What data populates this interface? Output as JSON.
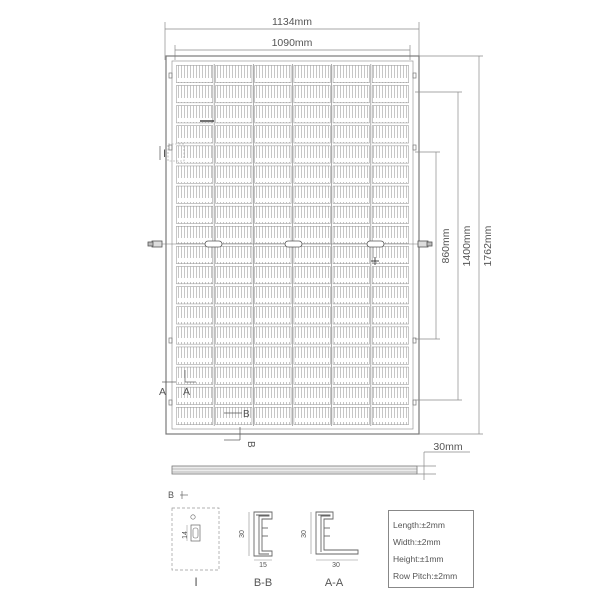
{
  "dimensions": {
    "overall_width": "1134mm",
    "glass_width": "1090mm",
    "mount_spacing_inner": "860mm",
    "mount_spacing_outer": "1400mm",
    "overall_length": "1762mm",
    "frame_thickness": "30mm"
  },
  "section_markers": {
    "detail_i": "I",
    "section_a_left": "A",
    "section_a_right": "A",
    "section_b_bottom": "B",
    "section_b_right": "B",
    "section_b_detail": "B"
  },
  "details": {
    "detail_i_value": "14",
    "bb_height": "30",
    "bb_width": "15",
    "aa_height": "30",
    "aa_width": "30",
    "detail_i_caption": "I",
    "bb_caption": "B-B",
    "aa_caption": "A-A"
  },
  "tolerances": [
    "Length:±2mm",
    "Width:±2mm",
    "Height:±1mm",
    "Row Pitch:±2mm"
  ],
  "colors": {
    "line": "#8a8a8a",
    "dark_line": "#555555",
    "text": "#555555"
  }
}
